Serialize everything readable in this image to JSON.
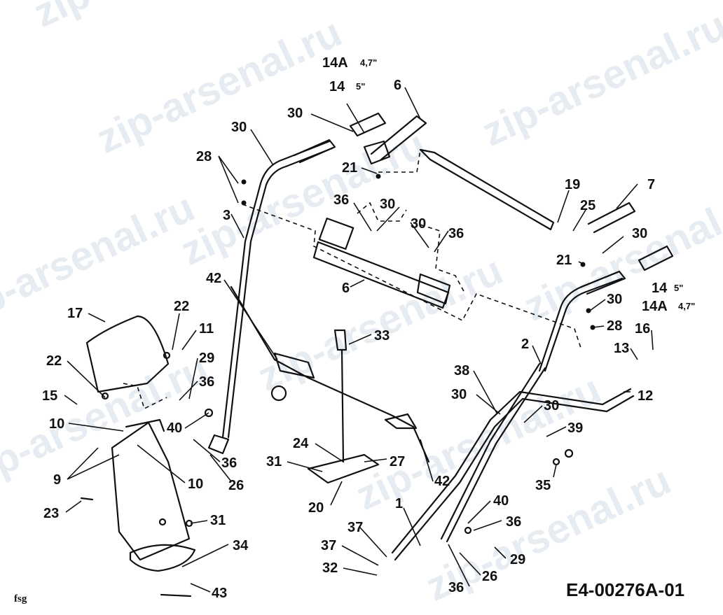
{
  "watermark": "zip-arsenal.ru",
  "code": "E4-00276A-01",
  "corner_mark": "fsg",
  "sizes": {
    "a": "4,7\"",
    "b": "5\""
  },
  "labels": {
    "l14a_top": "14A",
    "l14_top": "14",
    "l6_top": "6",
    "l30_top": "30",
    "l30_lh": "30",
    "l28_l": "28",
    "l21_l": "21",
    "l19": "19",
    "l7": "7",
    "l25": "25",
    "l36_c": "36",
    "l30_c1": "30",
    "l30_c2": "30",
    "l36_c2": "36",
    "l30_r": "30",
    "l3": "3",
    "l21_r": "21",
    "l42_t": "42",
    "l6_m": "6",
    "l14_r": "14",
    "l14a_r": "14A",
    "l30_r2": "30",
    "l28_r": "28",
    "l16": "16",
    "l17": "17",
    "l22_t": "22",
    "l11": "11",
    "l33": "33",
    "l2": "2",
    "l13": "13",
    "l22_l": "22",
    "l29_t": "29",
    "l36_l": "36",
    "l38": "38",
    "l30_m": "30",
    "l12": "12",
    "l15": "15",
    "l30_m2": "30",
    "l10_t": "10",
    "l40_l": "40",
    "l39": "39",
    "l36_b": "36",
    "l24": "24",
    "l27": "27",
    "l31_l": "31",
    "l35": "35",
    "l9": "9",
    "l10_b": "10",
    "l26_l": "26",
    "l42_b": "42",
    "l20": "20",
    "l1": "1",
    "l40_r": "40",
    "l23": "23",
    "l36_r": "36",
    "l31_b": "31",
    "l37_t": "37",
    "l34": "34",
    "l37_b": "37",
    "l29_b": "29",
    "l32": "32",
    "l26_r": "26",
    "l43": "43",
    "l36_bb": "36"
  }
}
